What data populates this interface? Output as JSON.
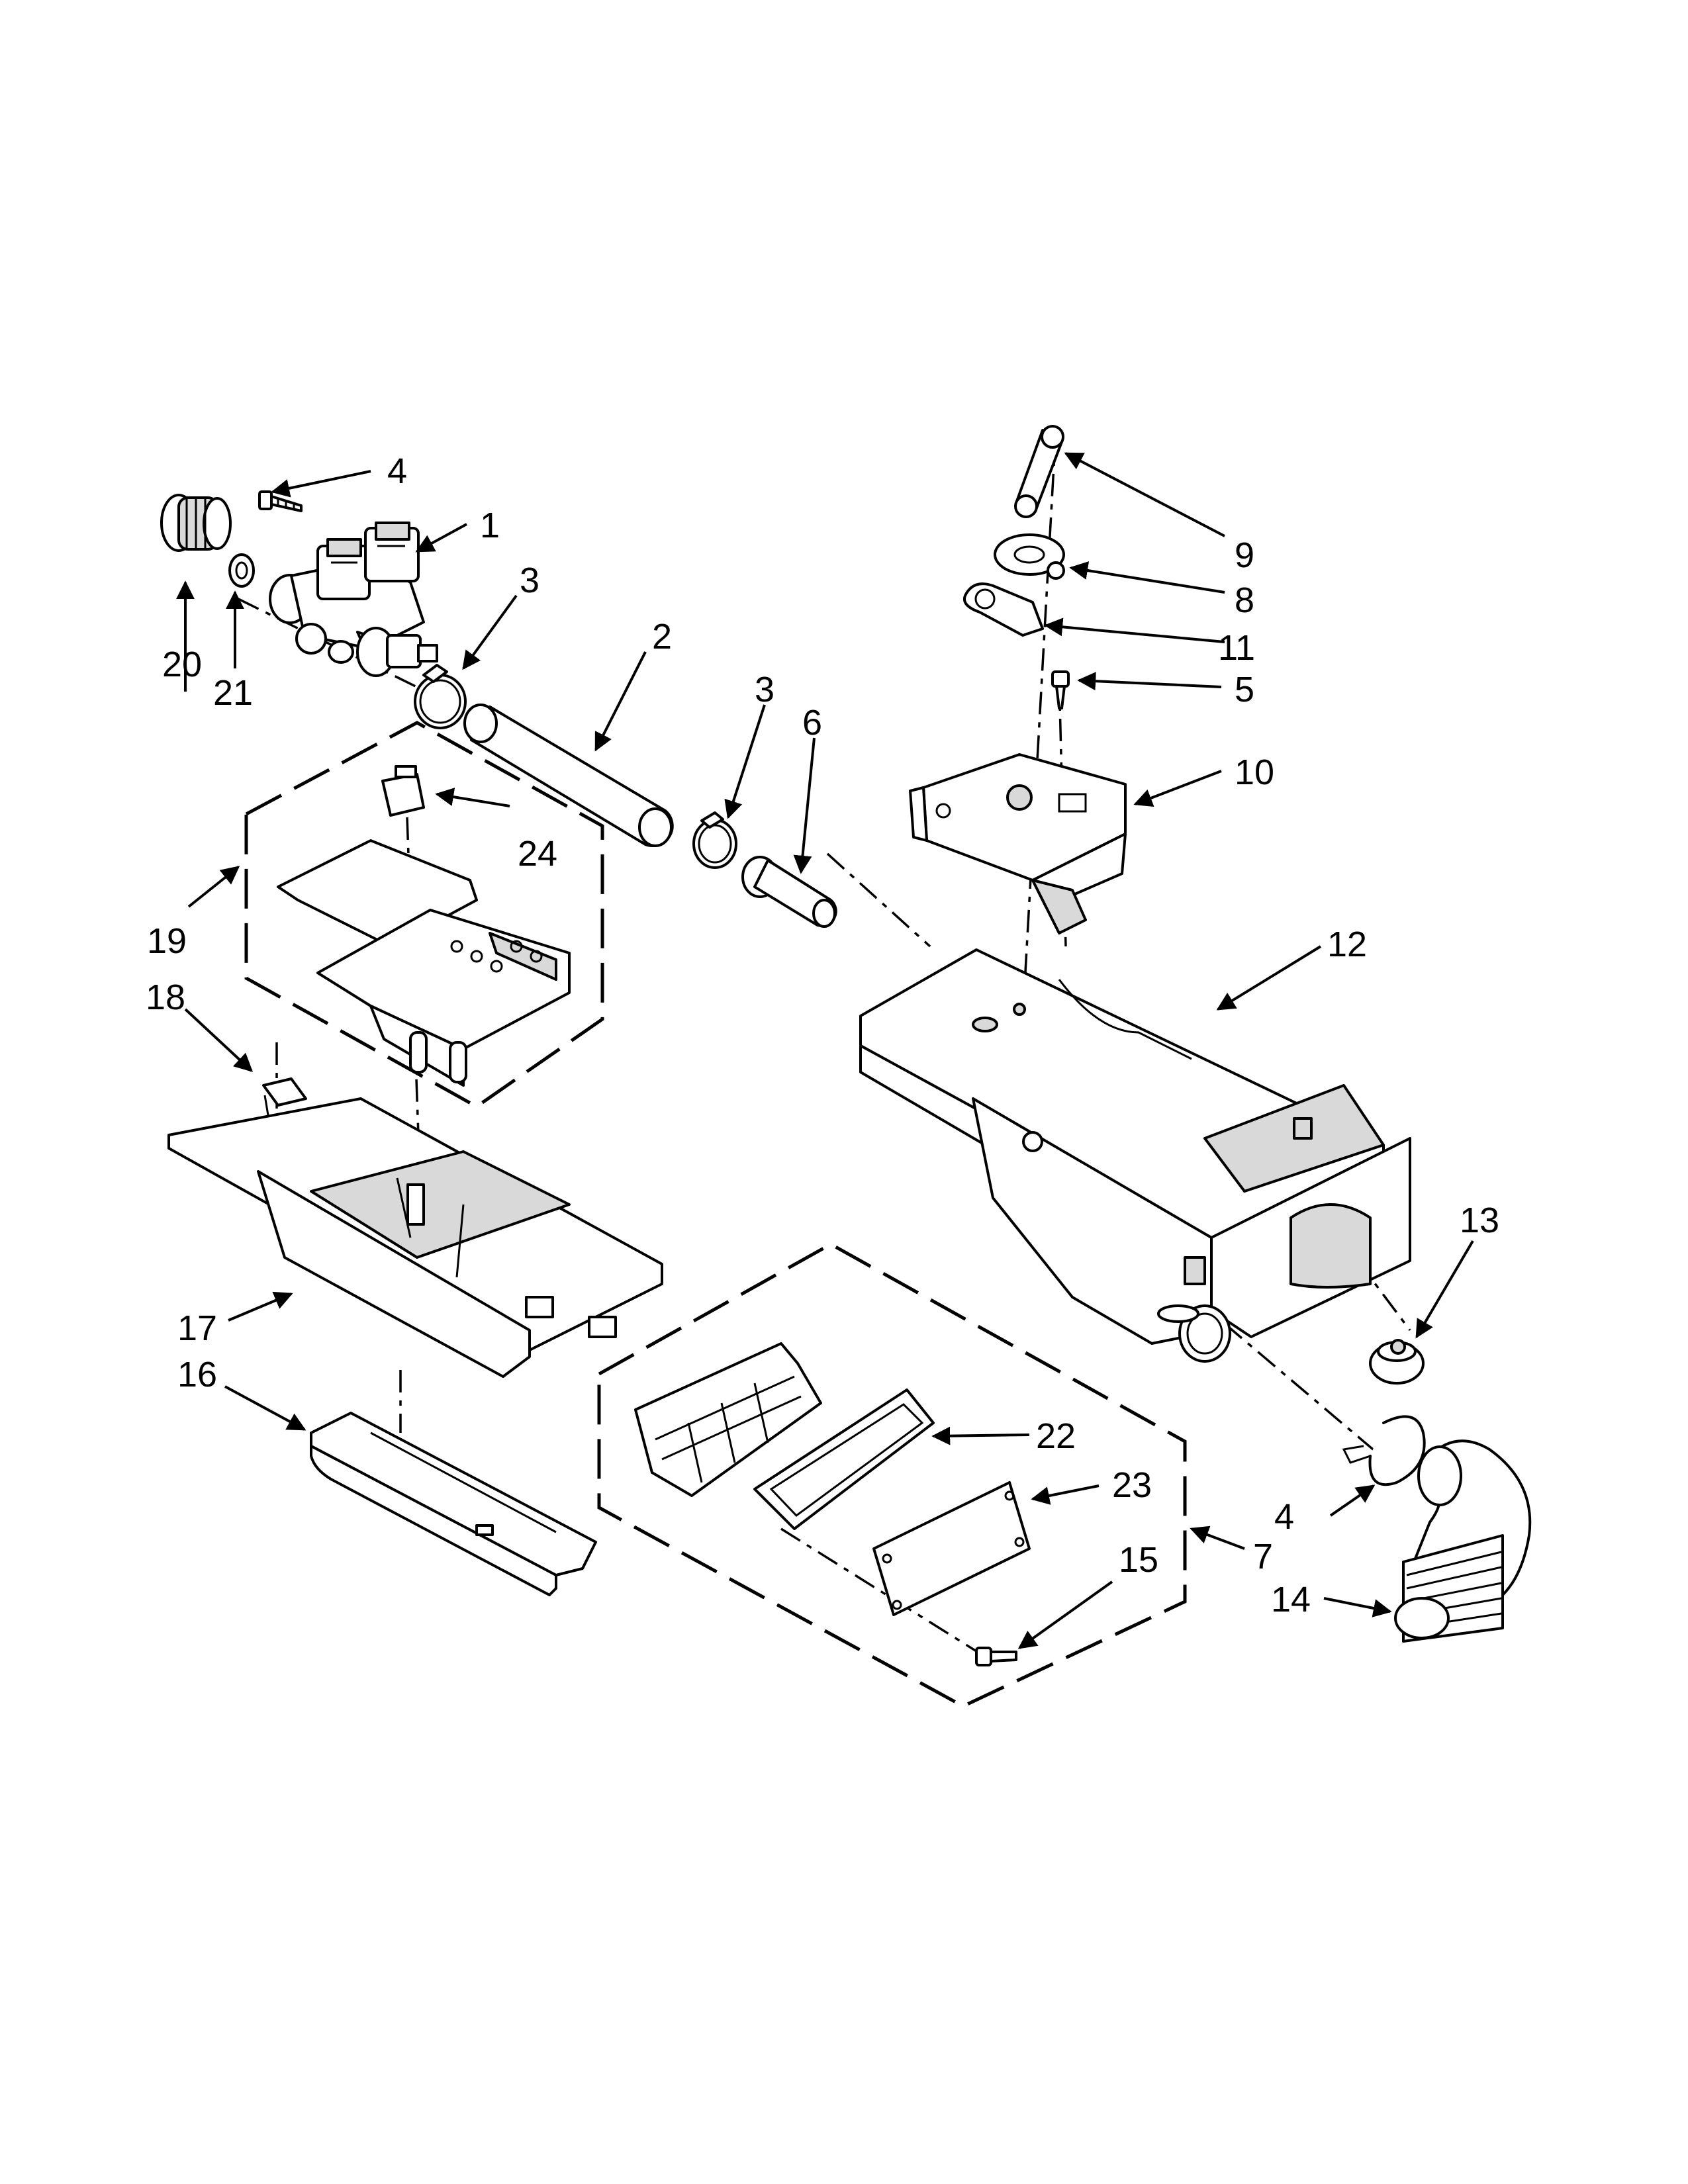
{
  "callouts": [
    {
      "id": "c1",
      "text": "1"
    },
    {
      "id": "c2",
      "text": "2"
    },
    {
      "id": "c3a",
      "text": "3"
    },
    {
      "id": "c3b",
      "text": "3"
    },
    {
      "id": "c4a",
      "text": "4"
    },
    {
      "id": "c4b",
      "text": "4"
    },
    {
      "id": "c5",
      "text": "5"
    },
    {
      "id": "c6",
      "text": "6"
    },
    {
      "id": "c7",
      "text": "7"
    },
    {
      "id": "c8",
      "text": "8"
    },
    {
      "id": "c9",
      "text": "9"
    },
    {
      "id": "c10",
      "text": "10"
    },
    {
      "id": "c11",
      "text": "11"
    },
    {
      "id": "c12",
      "text": "12"
    },
    {
      "id": "c13",
      "text": "13"
    },
    {
      "id": "c14",
      "text": "14"
    },
    {
      "id": "c15",
      "text": "15"
    },
    {
      "id": "c16",
      "text": "16"
    },
    {
      "id": "c17",
      "text": "17"
    },
    {
      "id": "c18",
      "text": "18"
    },
    {
      "id": "c19",
      "text": "19"
    },
    {
      "id": "c20",
      "text": "20"
    },
    {
      "id": "c21",
      "text": "21"
    },
    {
      "id": "c22",
      "text": "22"
    },
    {
      "id": "c23",
      "text": "23"
    },
    {
      "id": "c24",
      "text": "24"
    }
  ]
}
